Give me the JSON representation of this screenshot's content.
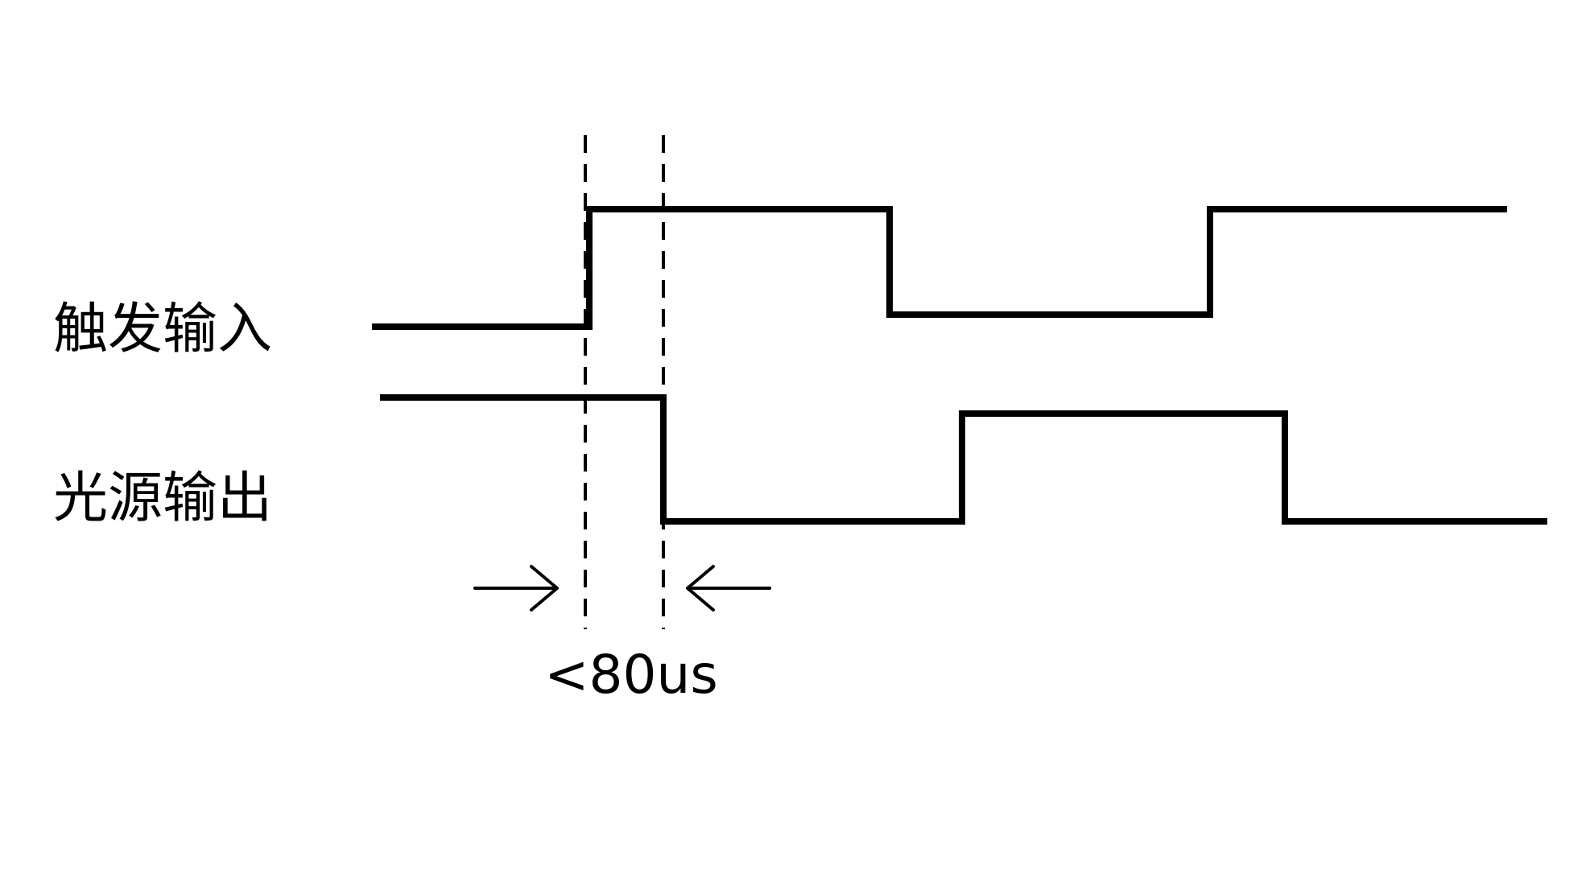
{
  "labels": {
    "trigger_input": "触发输入",
    "light_output": "光源输出",
    "delay": "<80us"
  },
  "colors": {
    "stroke": "#000000",
    "background": "#ffffff"
  },
  "signals": [
    {
      "id": "trigger-input",
      "levels": [
        "low",
        "high",
        "low",
        "high"
      ]
    },
    {
      "id": "light-output",
      "levels": [
        "high",
        "low",
        "high",
        "low"
      ]
    }
  ],
  "icons": [
    "right-arrow-icon",
    "left-arrow-icon"
  ]
}
